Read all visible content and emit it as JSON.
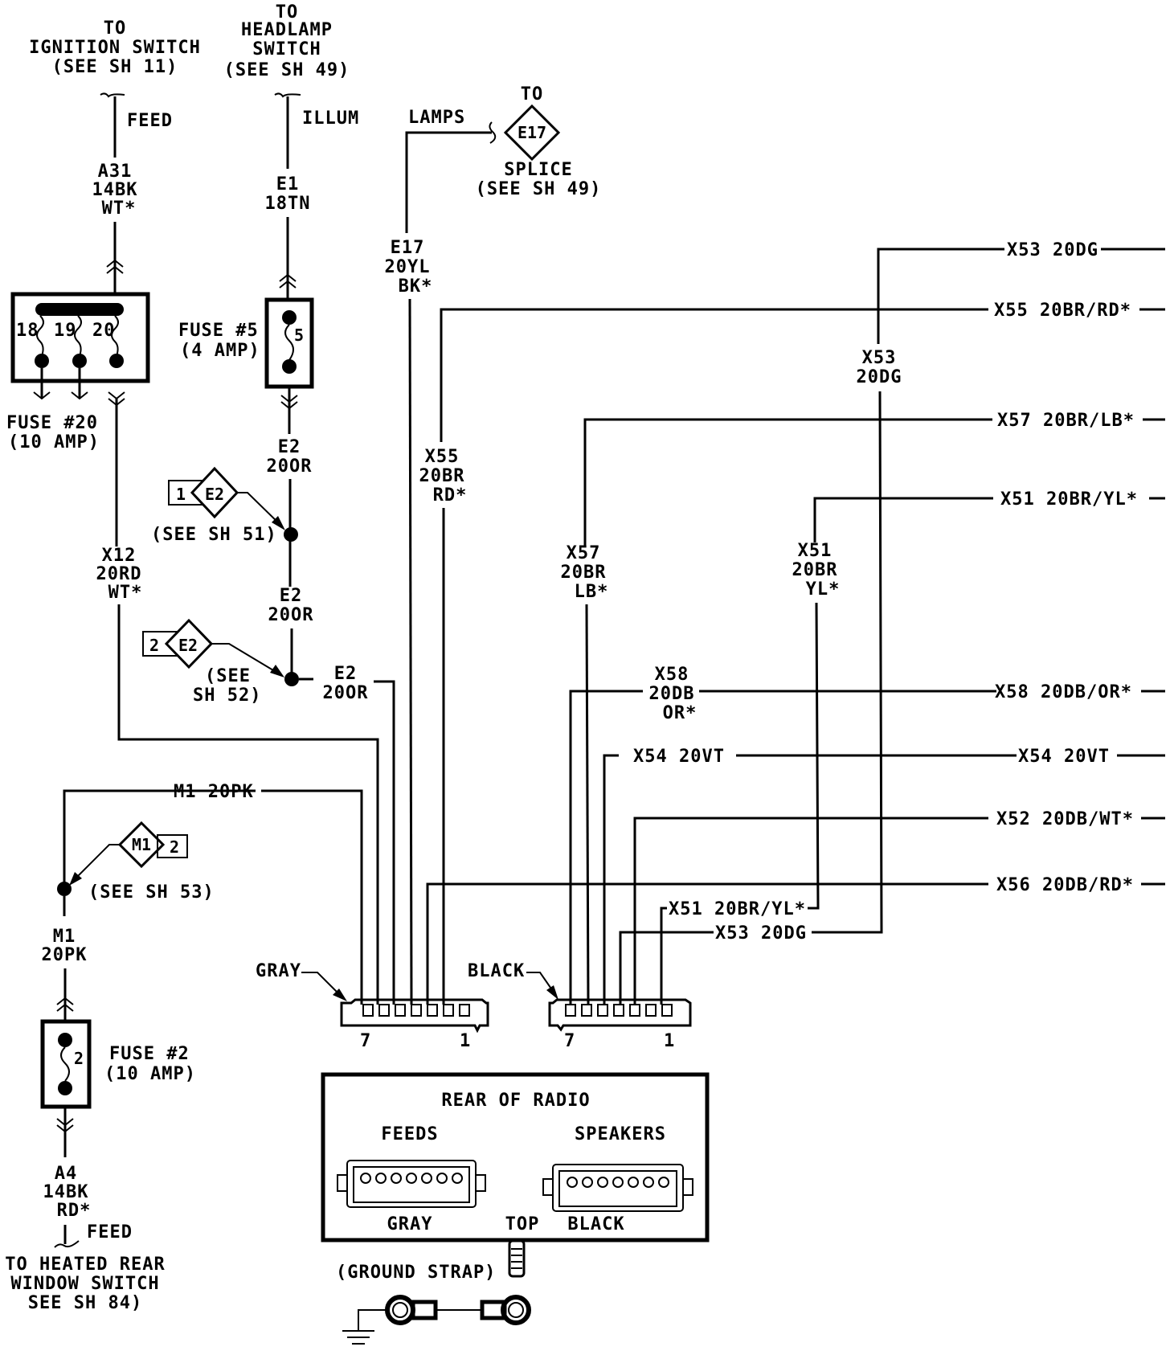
{
  "diagram": {
    "title": "Radio wiring diagram - rear of radio connectors",
    "ignition": {
      "to": "TO",
      "name": "IGNITION SWITCH",
      "see": "(SEE SH 11)",
      "feed": "FEED",
      "wire": [
        "A31",
        "14BK",
        "WT*"
      ]
    },
    "headlamp": {
      "to": "TO",
      "name1": "HEADLAMP",
      "name2": "SWITCH",
      "see": "(SEE SH 49)",
      "illum": "ILLUM",
      "wire": [
        "E1",
        "18TN"
      ]
    },
    "lamps": {
      "label": "LAMPS",
      "to": "TO",
      "splice_id": "E17",
      "splice": "SPLICE",
      "see": "(SEE SH 49)",
      "wire": [
        "E17",
        "20YL",
        "BK*"
      ]
    },
    "fuse20": {
      "pins": [
        "18",
        "19",
        "20"
      ],
      "label": "FUSE #20",
      "amp": "(10 AMP)"
    },
    "fuse5": {
      "num": "5",
      "label": "FUSE #5",
      "amp": "(4 AMP)"
    },
    "fuse2": {
      "num": "2",
      "label": "FUSE #2",
      "amp": "(10 AMP)"
    },
    "e2": {
      "wire1": [
        "E2",
        "20OR"
      ],
      "splice1": {
        "num": "1",
        "id": "E2",
        "see": "(SEE SH 51)"
      },
      "wire2": [
        "E2",
        "20OR"
      ],
      "splice2": {
        "num": "2",
        "id": "E2",
        "see1": "(SEE",
        "see2": "SH 52)"
      },
      "wire3": [
        "E2",
        "20OR"
      ]
    },
    "x12": [
      "X12",
      "20RD",
      "WT*"
    ],
    "m1": {
      "top": "M1 20PK",
      "splice": {
        "id": "M1",
        "num": "2",
        "see": "(SEE SH 53)"
      },
      "wire": [
        "M1",
        "20PK"
      ]
    },
    "a4": {
      "wire": [
        "A4",
        "14BK",
        "RD*"
      ],
      "feed": "FEED",
      "to1": "TO HEATED REAR",
      "to2": "WINDOW SWITCH",
      "to3": "SEE SH 84)"
    },
    "x55": [
      "X55",
      "20BR",
      "RD*"
    ],
    "x57": [
      "X57",
      "20BR",
      "LB*"
    ],
    "x51": [
      "X51",
      "20BR",
      "YL*"
    ],
    "x53": [
      "X53",
      "20DG"
    ],
    "x58": [
      "X58",
      "20DB",
      "OR*"
    ],
    "right_labels": {
      "x53": "X53 20DG",
      "x55": "X55 20BR/RD*",
      "x57": "X57 20BR/LB*",
      "x51": "X51 20BR/YL*",
      "x58": "X58 20DB/OR*",
      "x54": "X54 20VT",
      "x52": "X52 20DB/WT*",
      "x56": "X56 20DB/RD*"
    },
    "inner_labels": {
      "x54": "X54 20VT",
      "x51": "X51 20BR/YL*",
      "x53": "X53 20DG"
    },
    "connectors": {
      "gray": {
        "label": "GRAY",
        "pin_left": "7",
        "pin_right": "1"
      },
      "black": {
        "label": "BLACK",
        "pin_left": "7",
        "pin_right": "1"
      }
    },
    "radio": {
      "title": "REAR OF RADIO",
      "feeds": "FEEDS",
      "speakers": "SPEAKERS",
      "gray": "GRAY",
      "top": "TOP",
      "black": "BLACK",
      "ground": "(GROUND STRAP)"
    }
  }
}
